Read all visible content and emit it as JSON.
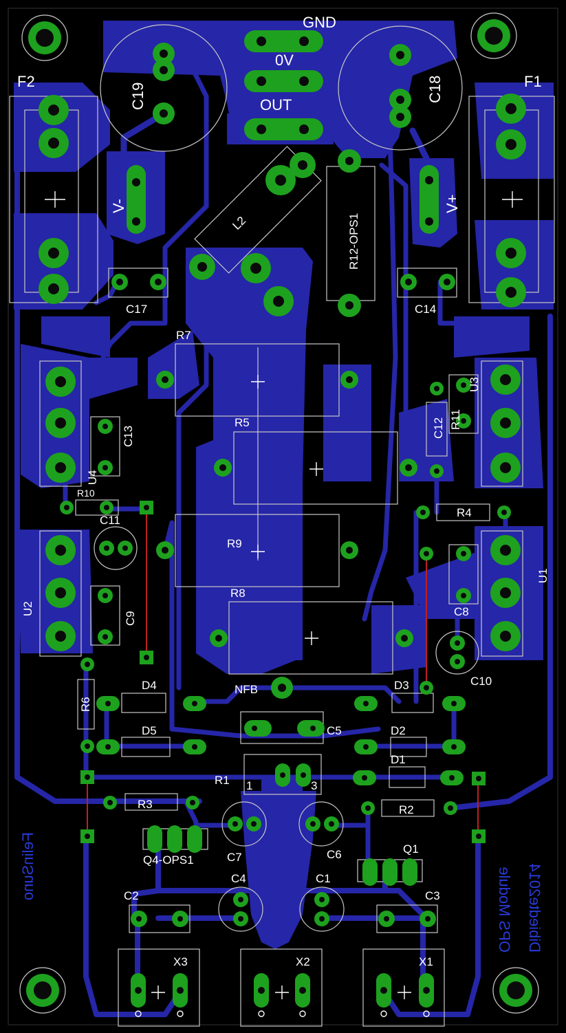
{
  "board": {
    "background": "#000000",
    "copper_color": "#2626a8",
    "pad_color": "#1ea11e",
    "silk_color": "#ffffff",
    "jumper_color": "#c02020"
  },
  "labels": {
    "gnd": "GND",
    "zero_v": "0V",
    "out": "OUT",
    "f1": "F1",
    "f2": "F2",
    "c19": "C19",
    "c18": "C18",
    "v_minus": "V-",
    "v_plus": "V+",
    "l2": "L2",
    "r12": "R12-OPS1",
    "c17": "C17",
    "c14": "C14",
    "r7": "R7",
    "r5": "R5",
    "r9": "R9",
    "r8": "R8",
    "u3": "U3",
    "r11": "R11",
    "c12": "C12",
    "c13": "C13",
    "u4": "U4",
    "r10": "R10",
    "c11": "C11",
    "r4": "R4",
    "u1": "U1",
    "c8": "C8",
    "u2": "U2",
    "c9": "C9",
    "c10": "C10",
    "r6": "R6",
    "d4": "D4",
    "d5": "D5",
    "nfb": "NFB",
    "d3": "D3",
    "d2": "D2",
    "d1": "D1",
    "c5": "C5",
    "r1": "R1",
    "r1_pin1": "1",
    "r1_pin3": "3",
    "r3": "R3",
    "r2": "R2",
    "q4": "Q4-OPS1",
    "q1": "Q1",
    "c7": "C7",
    "c6": "C6",
    "c4": "C4",
    "c1": "C1",
    "c2": "C2",
    "c3": "C3",
    "x1": "X1",
    "x2": "X2",
    "x3": "X3"
  },
  "bottom_text": {
    "author": "FelinSuno",
    "title": "OPS Module",
    "signature": "Dibiedte2014"
  }
}
